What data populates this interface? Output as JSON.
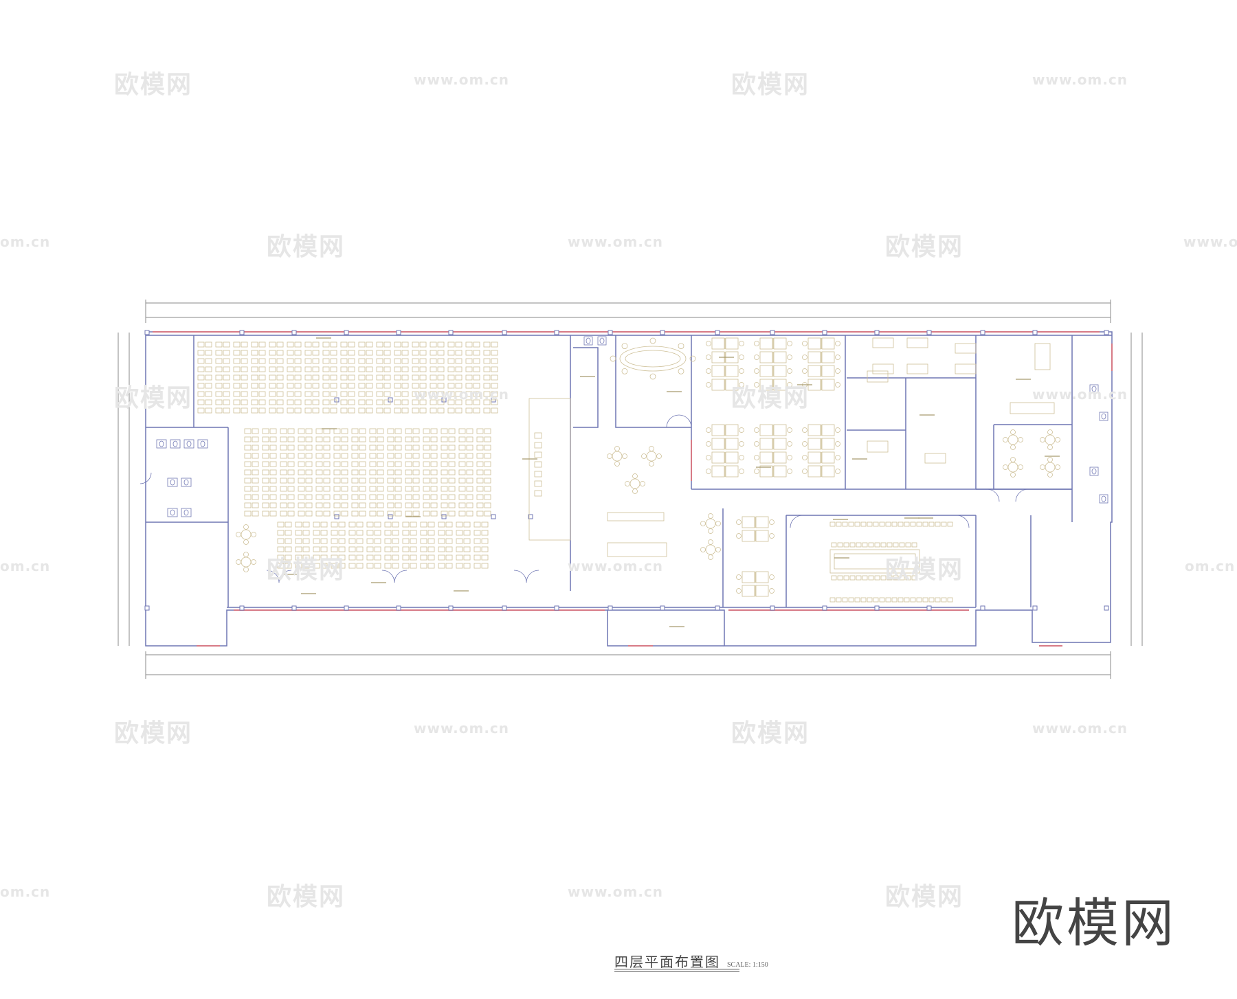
{
  "drawing": {
    "title": "四层平面布置图",
    "scale": "SCALE: 1:150"
  },
  "corner_logo": "欧模网",
  "watermarks": {
    "brand": "欧模网",
    "url": "www.om.cn",
    "partial_url": "om.cn"
  },
  "colors": {
    "wall": "#6f76b3",
    "furniture": "#cdbf96",
    "window": "#d77a86",
    "dimension": "#7a7a7a",
    "label": "#a89a6e"
  }
}
